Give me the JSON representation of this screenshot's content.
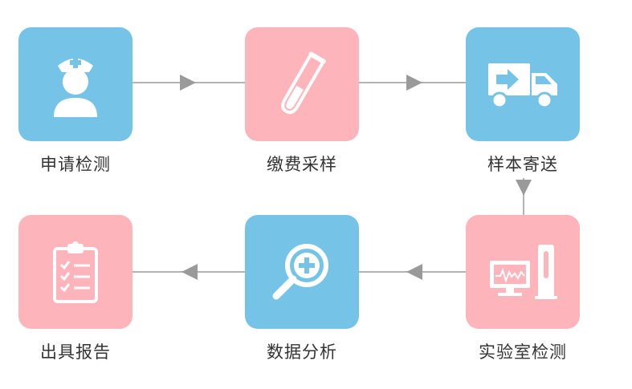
{
  "diagram": {
    "steps": [
      {
        "label": "申请检测",
        "icon": "nurse-icon",
        "color": "#75c4e8"
      },
      {
        "label": "缴费采样",
        "icon": "test-tube-icon",
        "color": "#fdb4ba"
      },
      {
        "label": "样本寄送",
        "icon": "delivery-truck-icon",
        "color": "#75c4e8"
      },
      {
        "label": "实验室检测",
        "icon": "lab-equipment-icon",
        "color": "#fdb4ba"
      },
      {
        "label": "数据分析",
        "icon": "magnifier-plus-icon",
        "color": "#75c4e8"
      },
      {
        "label": "出具报告",
        "icon": "clipboard-checklist-icon",
        "color": "#fdb4ba"
      }
    ],
    "connector_color": "#b3b3b3",
    "arrow_color": "#9a9a9a"
  }
}
